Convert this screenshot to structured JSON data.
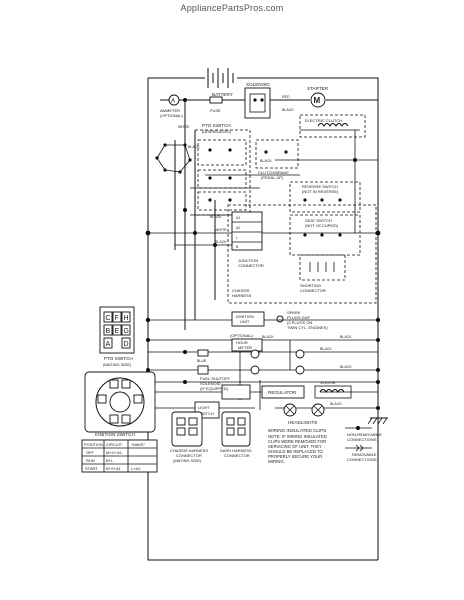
{
  "header": {
    "watermark": "AppliancePartsPros.com"
  },
  "labels": {
    "battery": "BATTERY",
    "solenoid": "SOLENOID",
    "starter": "STARTER",
    "ammeter": "AMMETER",
    "ammeter_opt": "(OPTIONAL)",
    "fuse": "FUSE",
    "pto_switch": "PTO SWITCH",
    "pto_disengaged": "(DISENGAGED)",
    "electric_clutch": "ELECTRIC CLUTCH",
    "clutch_brake": "CLUTCH/BRAKE",
    "clutch_brake_state": "(PEDAL UP)",
    "reverse_switch": "REVERSE SWITCH",
    "reverse_state": "(NOT IN REVERSE)",
    "seat_switch": "SEAT SWITCH",
    "seat_state": "(NOT OCCUPIED)",
    "junction": "JUNCTION",
    "connector": "CONNECTOR",
    "shorting": "SHORTING",
    "shorting_connector": "CONNECTOR",
    "chassis": "CHASSIS",
    "harness": "HARNESS",
    "ignition_unit": "IGNITION",
    "unit": "UNIT",
    "spark_plugs": "SPARK",
    "spark_plugs2": "PLUGS GAP",
    "spark_plugs3": "(2 PLUGS ON",
    "spark_plugs4": "TWIN CYL. ENGINES)",
    "optional": "(OPTIONAL)",
    "hour_meter": "HOUR",
    "meter": "METER",
    "fuel_solenoid": "FUEL SHUTOFF",
    "fuel_solenoid2": "SOLENOID",
    "fuel_solenoid3": "(IF EQUIPPED)",
    "regulator": "REGULATOR",
    "stator": "STATOR",
    "light_switch": "LIGHT",
    "switch": "SWITCH",
    "headlights": "HEADLIGHTS",
    "black_wire": "BLACK",
    "red_wire": "RED",
    "white_wire": "WHITE",
    "blue_wire": "BLUE",
    "pto_switch_side": "PTO SWITCH",
    "mating_side": "(MATING SIDE)",
    "ignition_switch": "IGNITION SWITCH",
    "chassis_harness_connector": "CHASSIS HARNESS",
    "chassis_harness_connector2": "CONNECTOR",
    "chassis_harness_connector3": "(MATING SIDE)",
    "dash_harness_connector": "DASH HARNESS",
    "dash_harness_connector2": "CONNECTOR"
  },
  "pto_letters": [
    "C",
    "F",
    "H",
    "B",
    "E",
    "G",
    "A",
    "D"
  ],
  "ignition_table": {
    "headers": [
      "POSITION",
      "CIRCUIT",
      "\"MAKE\""
    ],
    "rows": [
      [
        "OFF",
        "M+G+A1",
        ""
      ],
      [
        "RUN",
        "B+L",
        ""
      ],
      [
        "START",
        "B+S+A1",
        "L+A2"
      ]
    ]
  },
  "notes": {
    "wiring_clips_title": "WIRING INSULATED CLIPS",
    "wiring_clips_1": "NOTE: IF WIRING INSULATED",
    "wiring_clips_2": "CLIPS WERE REMOVED FOR",
    "wiring_clips_3": "SERVICING OF UNIT, THEY",
    "wiring_clips_4": "SHOULD BE REPLACED TO",
    "wiring_clips_5": "PROPERLY SECURE YOUR",
    "wiring_clips_6": "WIRING.",
    "non_removable": "NON-REMOVABLE",
    "non_removable2": "CONNECTIONS",
    "removable": "REMOVABLE",
    "removable2": "CONNECTIONS"
  }
}
